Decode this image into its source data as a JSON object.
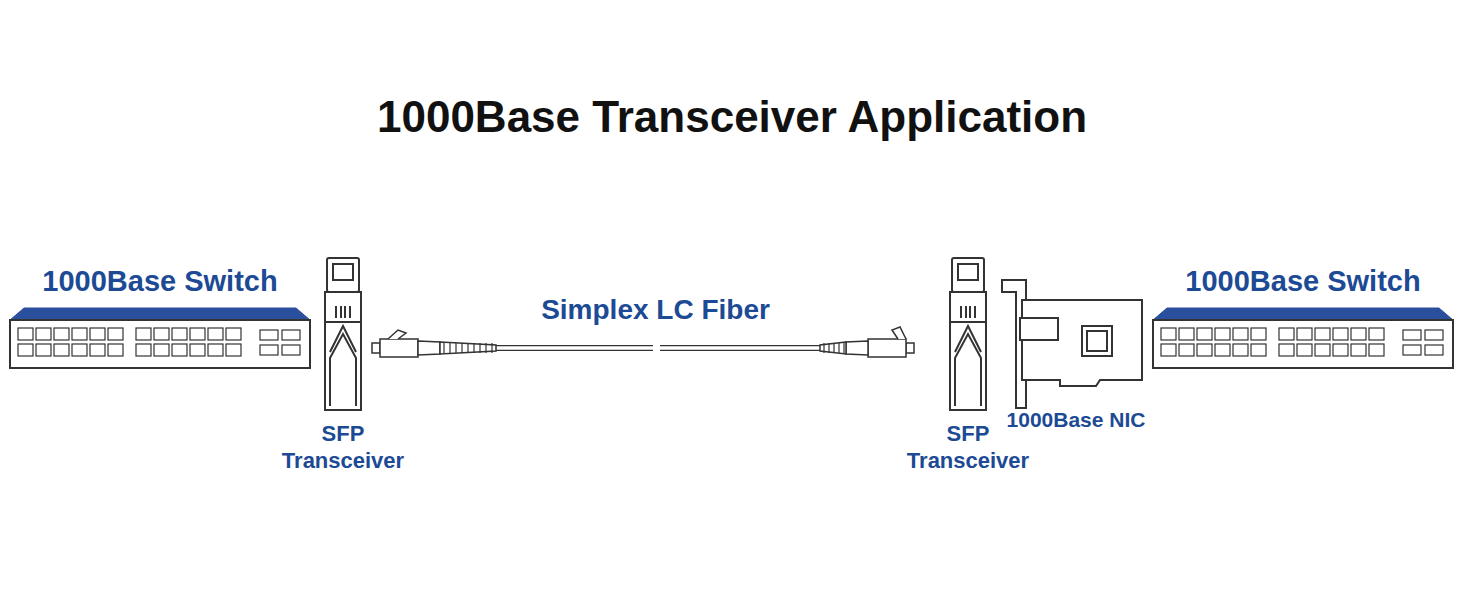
{
  "diagram": {
    "title": "1000Base Transceiver Application",
    "nodes": [
      {
        "text": [
          "1000Base Switch"
        ]
      },
      {
        "text": [
          "SFP Transceiver"
        ]
      },
      {
        "text": [
          "SFP Transceiver"
        ]
      },
      {
        "text": [
          "1000Base NIC"
        ]
      },
      {
        "text": [
          "1000Base Switch"
        ]
      }
    ],
    "edges": [
      {
        "from": 1,
        "to": 2,
        "arrow": "none",
        "label": "Simplex LC Fiber"
      }
    ]
  }
}
